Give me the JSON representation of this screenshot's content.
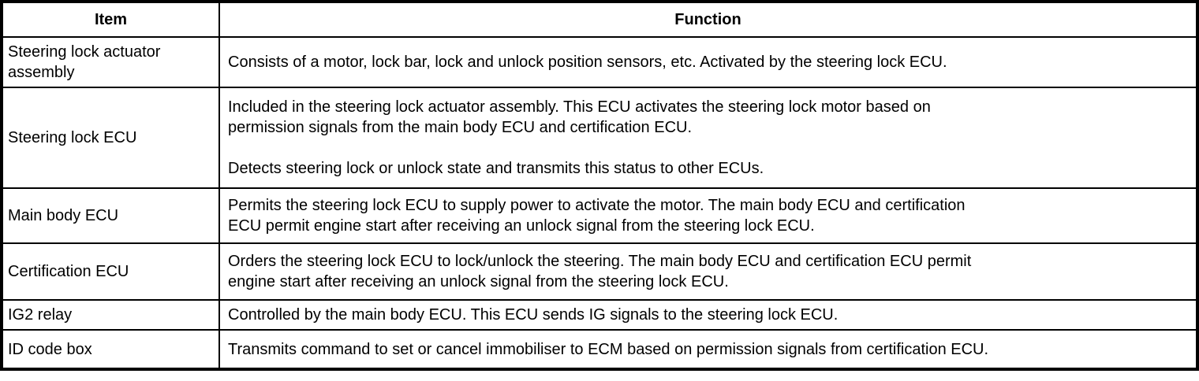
{
  "table": {
    "headers": [
      "Item",
      "Function"
    ],
    "rows": [
      {
        "item": "Steering lock actuator\nassembly",
        "function": "Consists of a motor, lock bar, lock and unlock position sensors, etc. Activated by the steering lock ECU."
      },
      {
        "item": "Steering lock ECU",
        "function": "Included in the steering lock actuator assembly. This ECU activates the steering lock motor based on\npermission signals from the main body ECU and certification ECU.\n\nDetects steering lock or unlock state and transmits this status to other ECUs."
      },
      {
        "item": "Main body ECU",
        "function": "Permits the steering lock ECU to supply power to activate the motor. The main body ECU and certification\nECU permit engine start after receiving an unlock signal from the steering lock ECU."
      },
      {
        "item": "Certification ECU",
        "function": "Orders the steering lock ECU to lock/unlock the steering. The main body ECU and certification ECU permit\nengine start after receiving an unlock signal from the steering lock ECU."
      },
      {
        "item": "IG2 relay",
        "function": "Controlled by the main body ECU. This ECU sends IG signals to the steering lock ECU."
      },
      {
        "item": "ID code box",
        "function": "Transmits command to set or cancel immobiliser to ECM based on permission signals from certification ECU."
      }
    ],
    "colors": {
      "border": "#000000",
      "background": "#ffffff",
      "text": "#000000"
    }
  }
}
